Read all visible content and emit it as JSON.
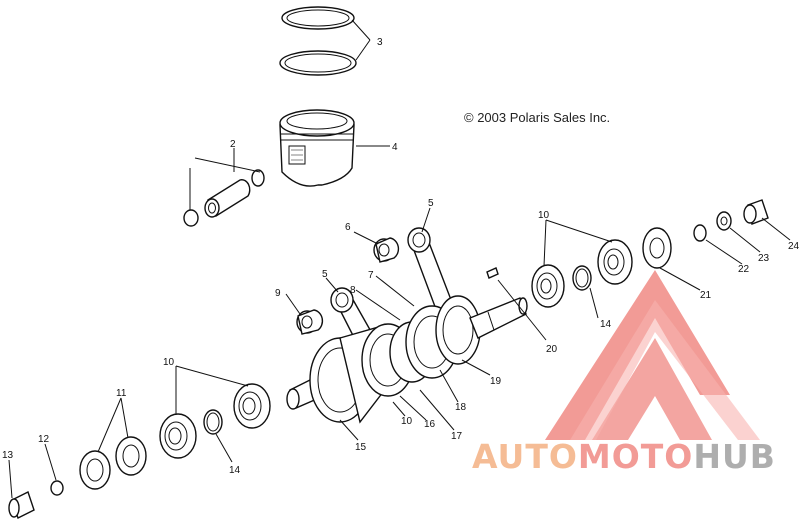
{
  "diagram": {
    "copyright": "© 2003 Polaris Sales Inc.",
    "callouts": [
      {
        "id": "c3",
        "label": "3"
      },
      {
        "id": "c4",
        "label": "4"
      },
      {
        "id": "c2",
        "label": "2"
      },
      {
        "id": "c6",
        "label": "6"
      },
      {
        "id": "c5a",
        "label": "5"
      },
      {
        "id": "c5b",
        "label": "5"
      },
      {
        "id": "c7",
        "label": "7"
      },
      {
        "id": "c8",
        "label": "8"
      },
      {
        "id": "c9",
        "label": "9"
      },
      {
        "id": "c10a",
        "label": "10"
      },
      {
        "id": "c10b",
        "label": "10"
      },
      {
        "id": "c10c",
        "label": "10"
      },
      {
        "id": "c11",
        "label": "11"
      },
      {
        "id": "c12",
        "label": "12"
      },
      {
        "id": "c13",
        "label": "13"
      },
      {
        "id": "c14a",
        "label": "14"
      },
      {
        "id": "c14b",
        "label": "14"
      },
      {
        "id": "c15",
        "label": "15"
      },
      {
        "id": "c16",
        "label": "16"
      },
      {
        "id": "c17",
        "label": "17"
      },
      {
        "id": "c18",
        "label": "18"
      },
      {
        "id": "c19",
        "label": "19"
      },
      {
        "id": "c20",
        "label": "20"
      },
      {
        "id": "c21",
        "label": "21"
      },
      {
        "id": "c22",
        "label": "22"
      },
      {
        "id": "c23",
        "label": "23"
      },
      {
        "id": "c24",
        "label": "24"
      }
    ]
  },
  "watermark": {
    "part1": "AUTO",
    "part2": "MOTO",
    "part3": "HUB",
    "color_primary": "#f4b183",
    "color_secondary": "#f08a84",
    "color_tertiary": "#a0a0a0"
  }
}
